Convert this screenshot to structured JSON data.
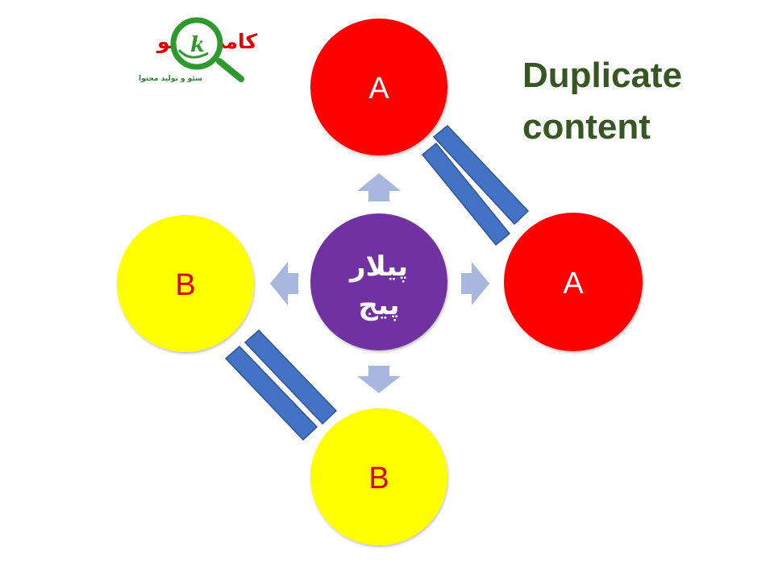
{
  "title": {
    "line1": "Duplicate",
    "line2": "content",
    "color": "#375623"
  },
  "logo": {
    "name": "کامی سئو",
    "tagline": "سئو و تولید محتوا",
    "letter": "k",
    "name_color": "#e00000",
    "tagline_color": "#2e7d32",
    "icon_color": "#2e9a2e",
    "icon": "magnifier-k-logo-icon"
  },
  "center": {
    "line1": "پیلار",
    "line2": "پیج",
    "color": "#7030a0"
  },
  "nodes": {
    "top": {
      "label": "A",
      "fill": "#ff0000",
      "text_color": "#ffffff"
    },
    "right": {
      "label": "A",
      "fill": "#ff0000",
      "text_color": "#ffffff"
    },
    "left": {
      "label": "B",
      "fill": "#ffff00",
      "text_color": "#e00000"
    },
    "bottom": {
      "label": "B",
      "fill": "#ffff00",
      "text_color": "#e00000"
    }
  },
  "arrows": {
    "color": "#a7b7de"
  },
  "equal_bars": {
    "color": "#4472c4",
    "stroke": "#2f5597"
  }
}
